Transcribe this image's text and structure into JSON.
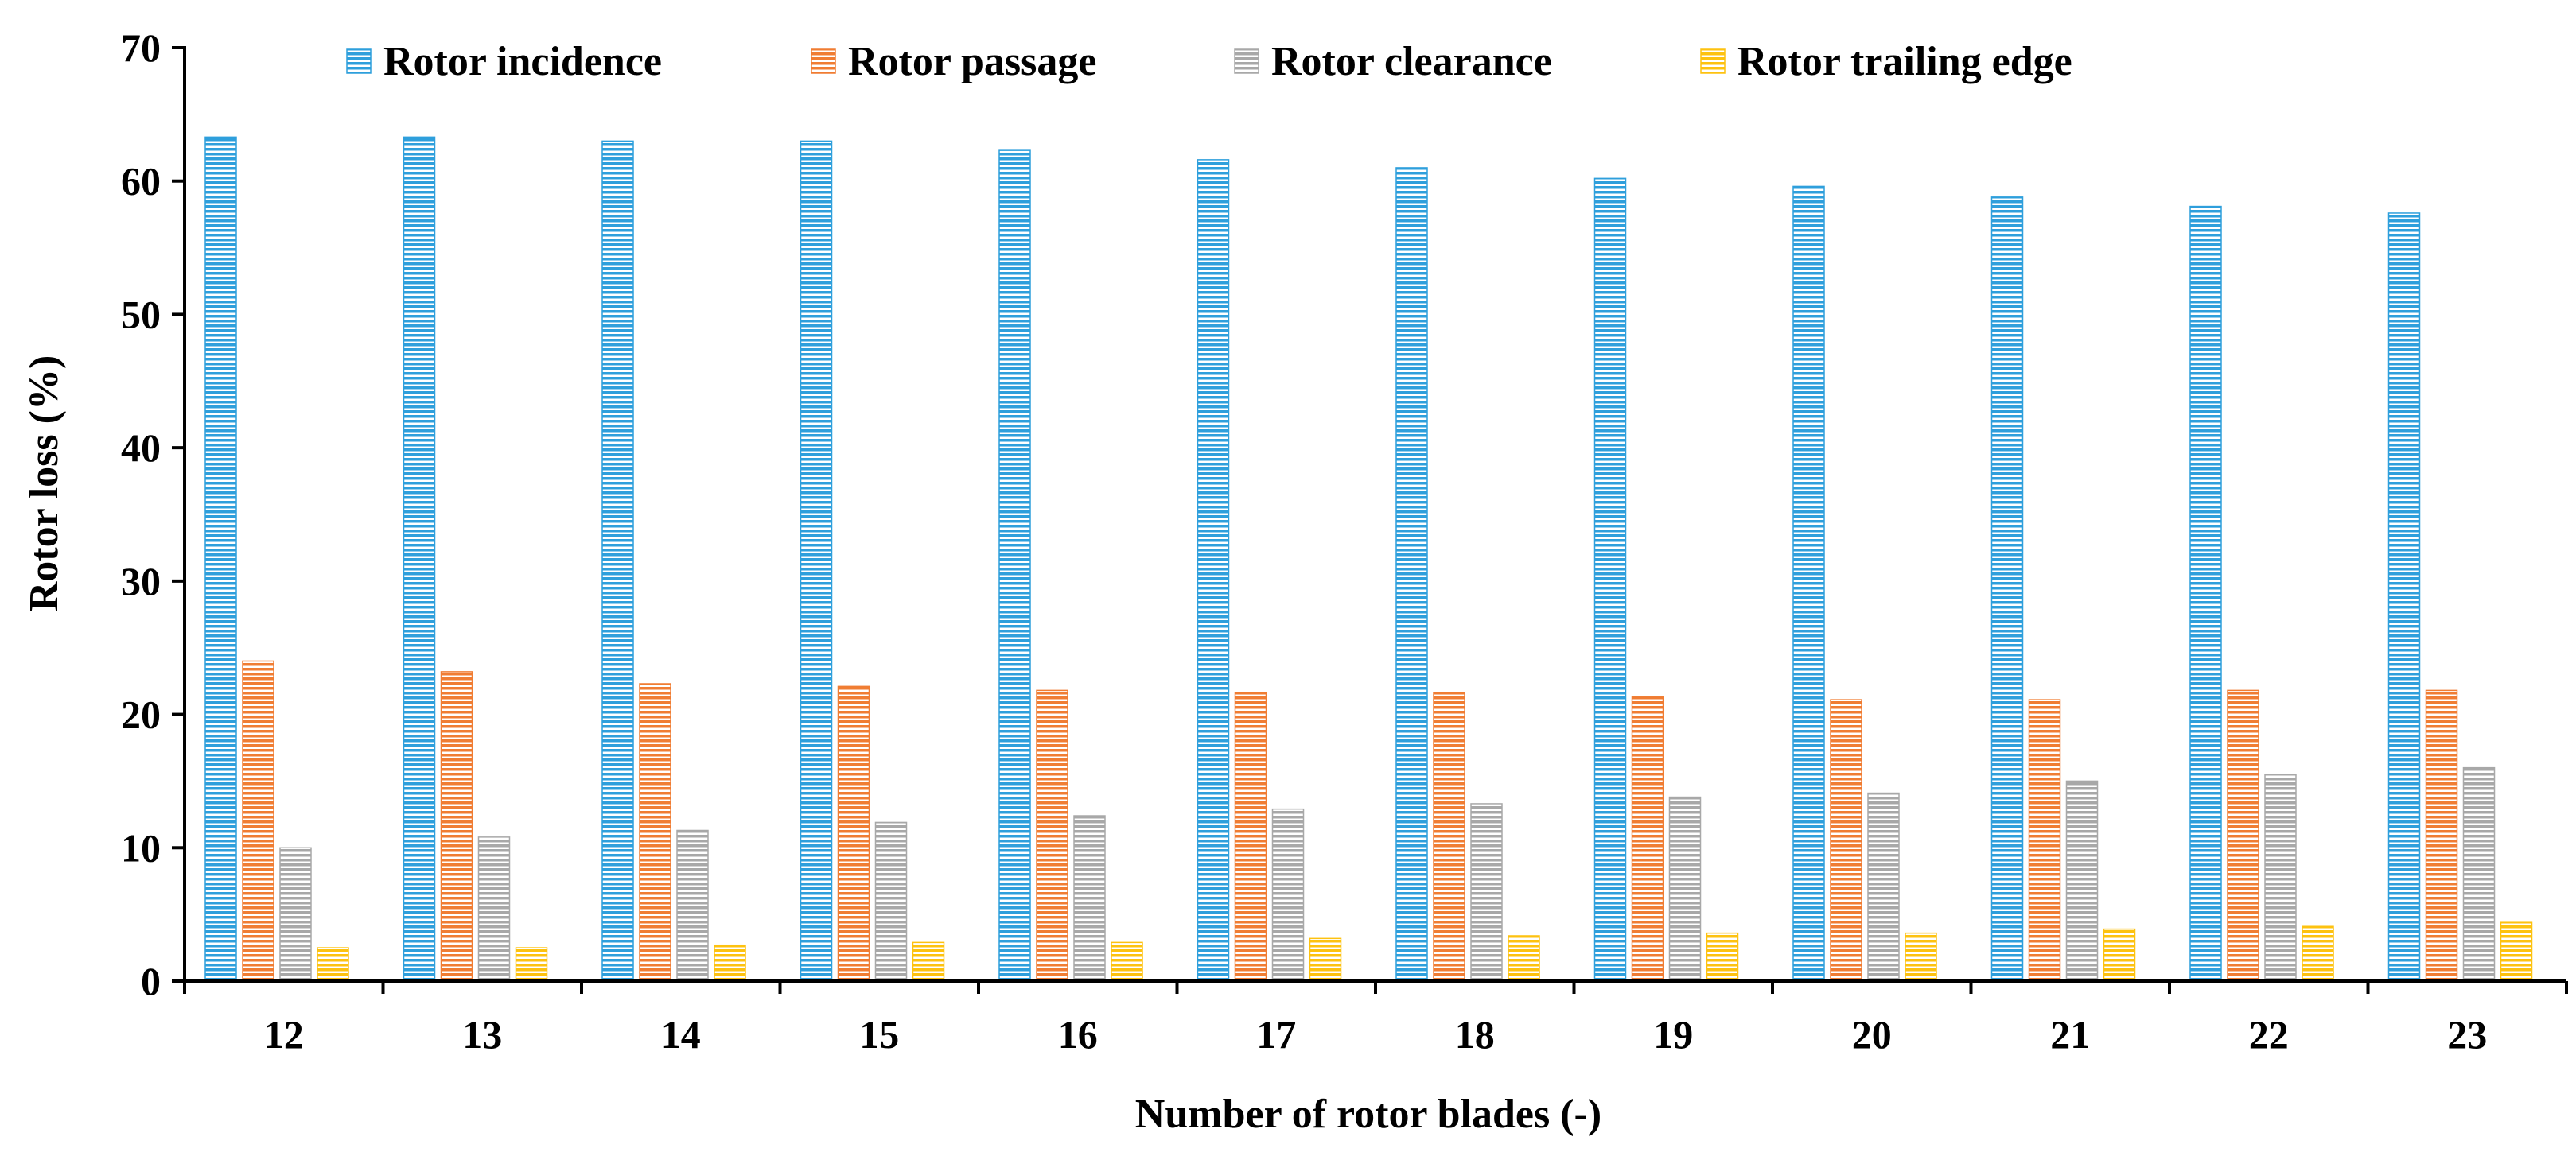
{
  "chart_data": {
    "type": "bar",
    "title": "",
    "xlabel": "Number of rotor blades (-)",
    "ylabel": "Rotor loss (%)",
    "ylim": [
      0,
      70
    ],
    "yticks": [
      "0",
      "10",
      "20",
      "30",
      "40",
      "50",
      "60",
      "70"
    ],
    "categories": [
      "12",
      "13",
      "14",
      "15",
      "16",
      "17",
      "18",
      "19",
      "20",
      "21",
      "22",
      "23"
    ],
    "series": [
      {
        "name": "Rotor incidence",
        "color": "#2e9fdc",
        "values": [
          63.3,
          63.3,
          63.0,
          63.0,
          62.3,
          61.6,
          61.0,
          60.2,
          59.6,
          58.8,
          58.1,
          57.6
        ]
      },
      {
        "name": "Rotor passage",
        "color": "#f07d33",
        "values": [
          24.0,
          23.2,
          22.3,
          22.1,
          21.8,
          21.6,
          21.6,
          21.3,
          21.1,
          21.1,
          21.8,
          21.8
        ]
      },
      {
        "name": "Rotor clearance",
        "color": "#a8a8a8",
        "values": [
          10.0,
          10.8,
          11.3,
          11.9,
          12.4,
          12.9,
          13.3,
          13.8,
          14.1,
          15.0,
          15.5,
          16.0
        ]
      },
      {
        "name": "Rotor trailing edge",
        "color": "#fdc210",
        "values": [
          2.5,
          2.5,
          2.7,
          2.9,
          2.9,
          3.2,
          3.4,
          3.6,
          3.6,
          3.9,
          4.1,
          4.4
        ]
      }
    ],
    "legend_position": "top",
    "grid": false
  }
}
